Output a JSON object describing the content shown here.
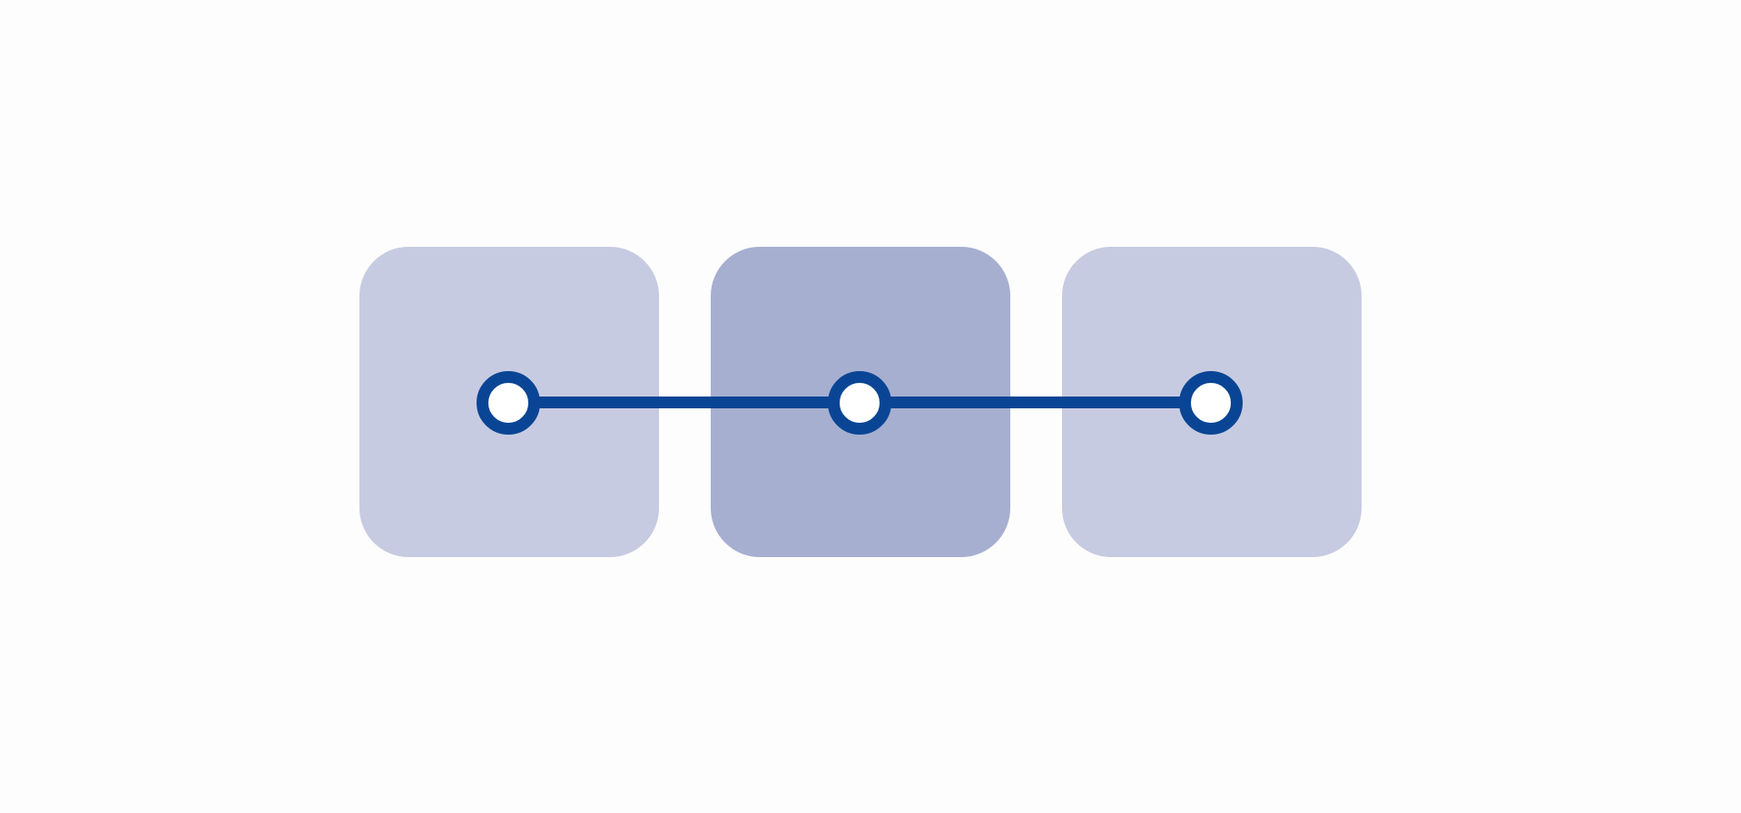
{
  "diagram": {
    "colors": {
      "background": "#fdfdfd",
      "card_light": "#c7cbe1",
      "card_dark": "#a6afd0",
      "line": "#0a4595",
      "node_fill": "#ffffff"
    },
    "cards": [
      {
        "id": "card-1",
        "shade": "card_light"
      },
      {
        "id": "card-2",
        "shade": "card_dark"
      },
      {
        "id": "card-3",
        "shade": "card_light"
      }
    ],
    "nodes": [
      {
        "id": "node-1"
      },
      {
        "id": "node-2"
      },
      {
        "id": "node-3"
      }
    ],
    "connectors": [
      {
        "from": "node-1",
        "to": "node-2"
      },
      {
        "from": "node-2",
        "to": "node-3"
      }
    ]
  }
}
